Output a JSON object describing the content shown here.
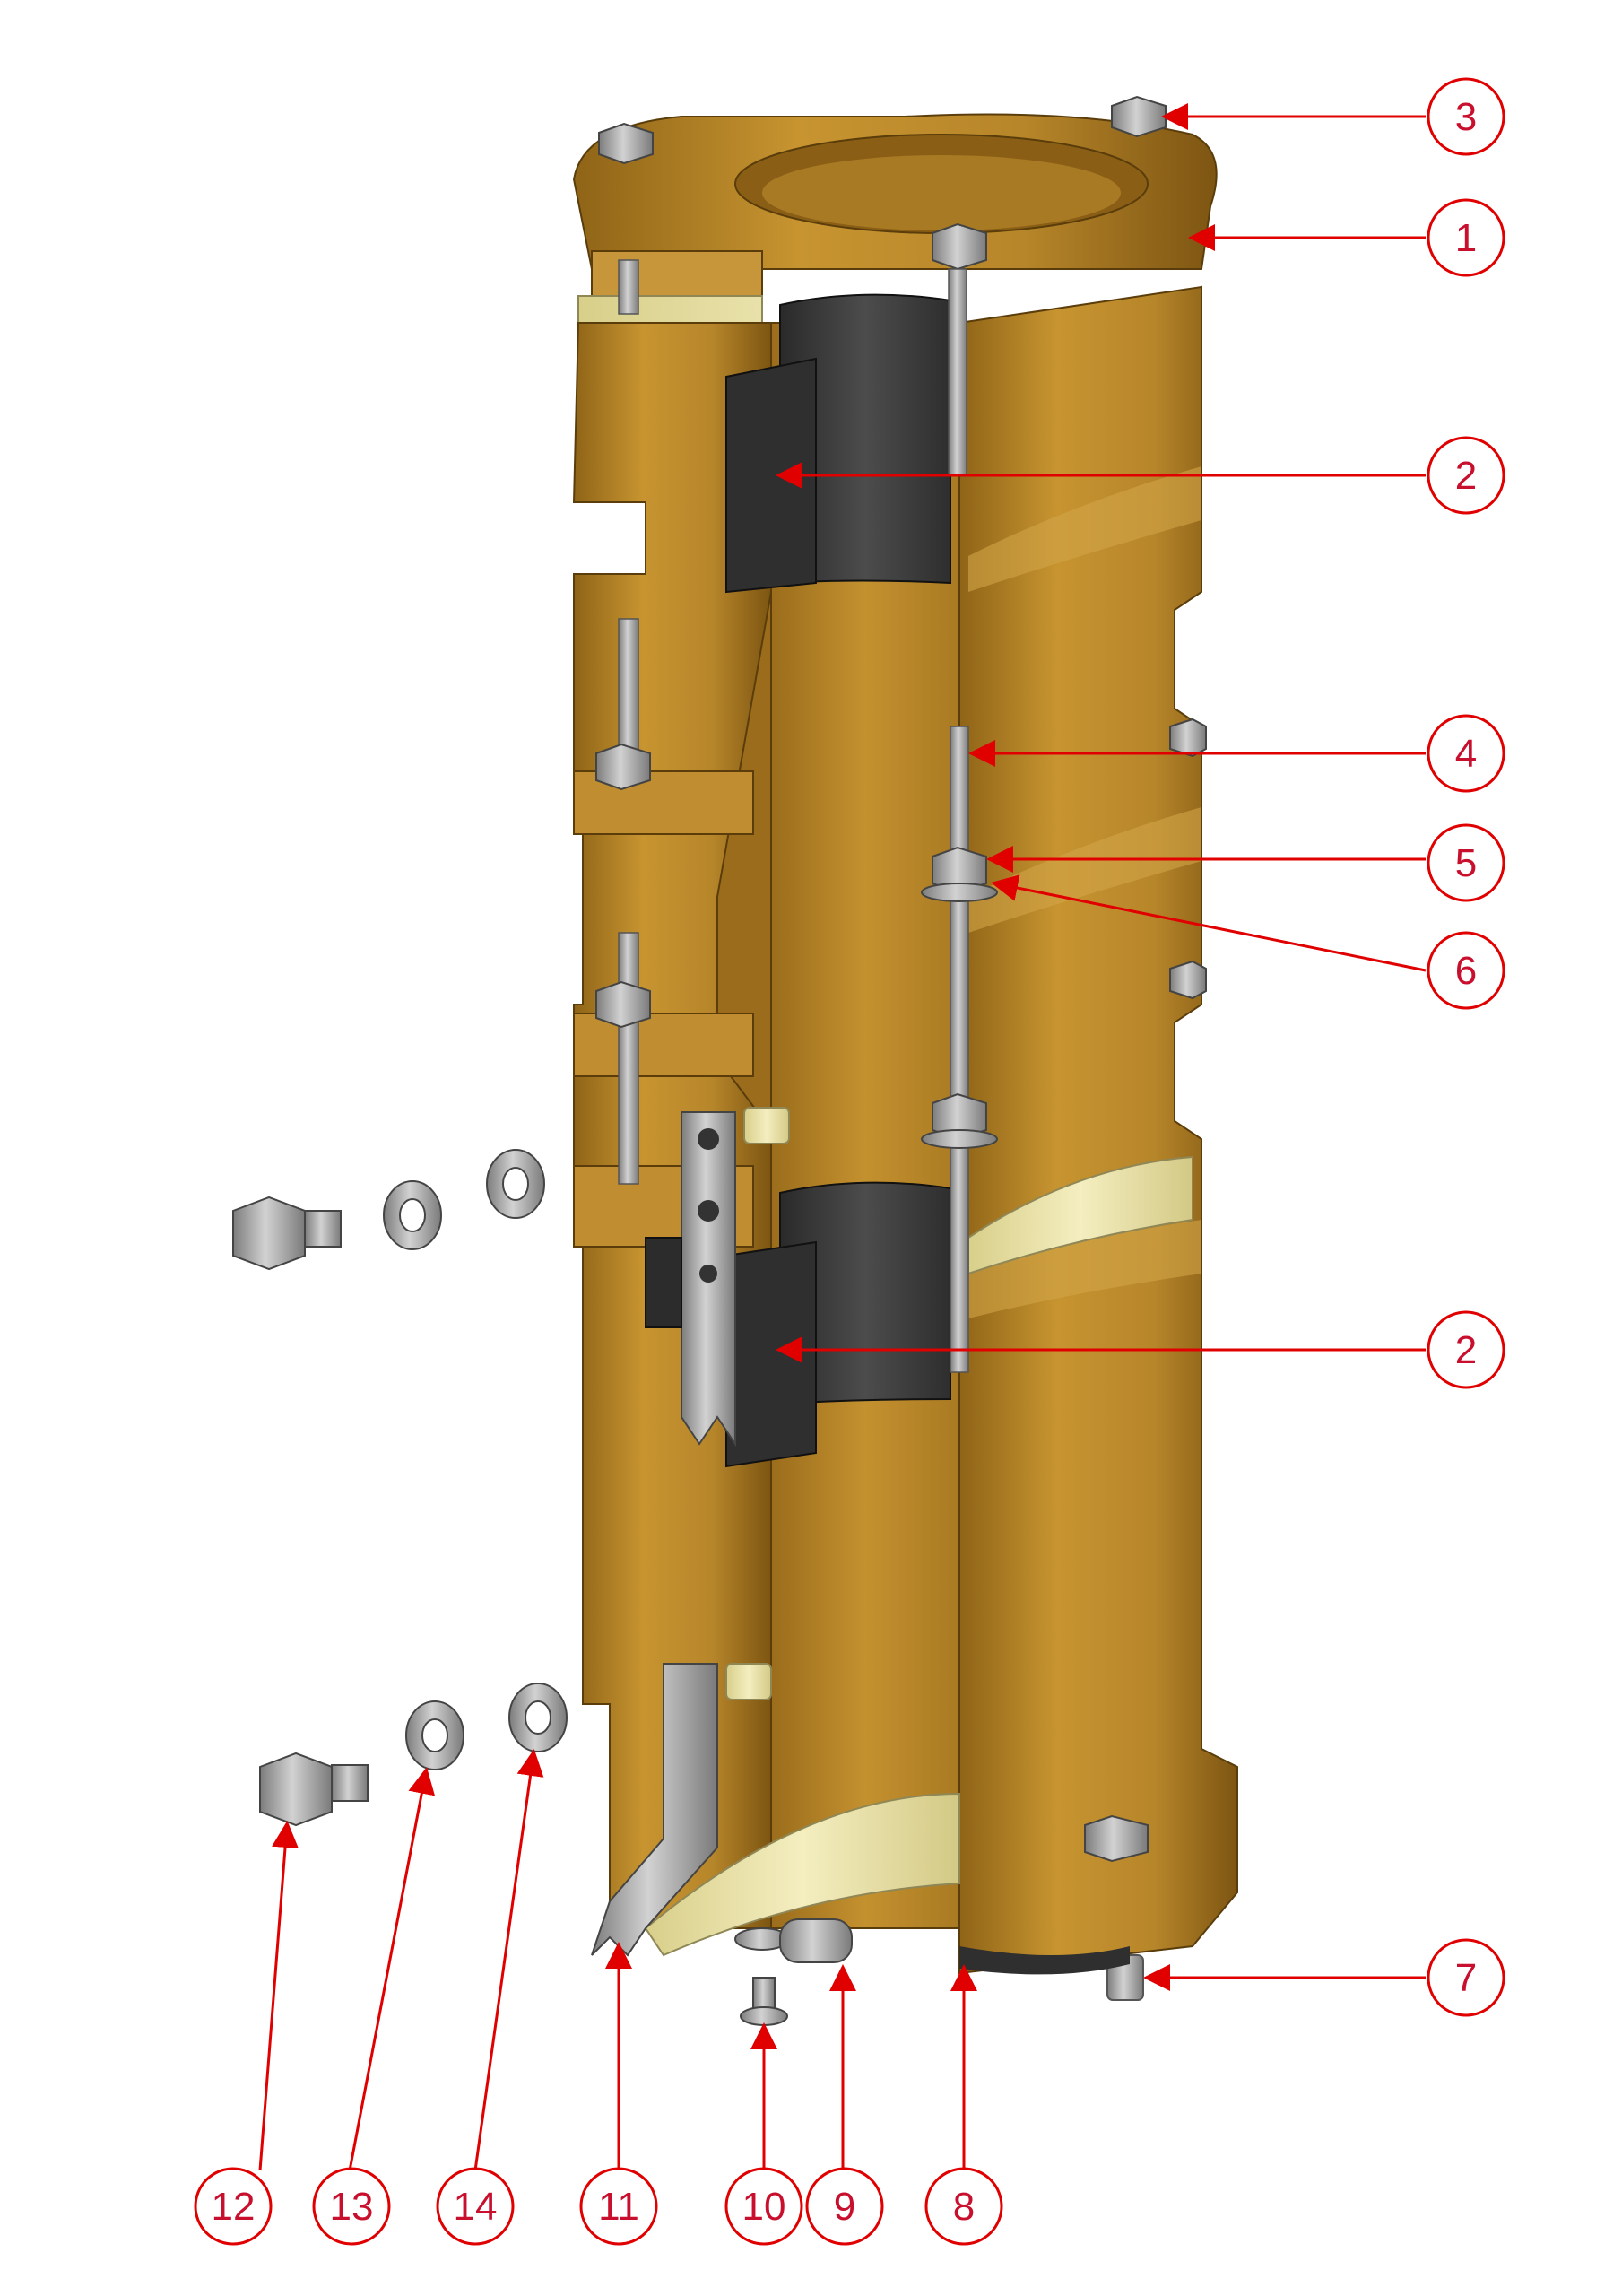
{
  "diagram": {
    "colors": {
      "bronze": "#b8862a",
      "bronze_dark": "#8a6118",
      "bronze_light": "#d6a84a",
      "rubber": "#333333",
      "rubber_light": "#4a4a4a",
      "steel": "#a9a9a9",
      "steel_dark": "#6e6e6e",
      "cream": "#eee6ad",
      "callout_red": "#e00000"
    },
    "callouts": [
      {
        "id": "c3",
        "label": "3",
        "part": "hex-bolt-top"
      },
      {
        "id": "c1",
        "label": "1",
        "part": "top-cap"
      },
      {
        "id": "c2a",
        "label": "2",
        "part": "rubber-liner-upper"
      },
      {
        "id": "c4",
        "label": "4",
        "part": "threaded-stud"
      },
      {
        "id": "c5",
        "label": "5",
        "part": "hex-nut"
      },
      {
        "id": "c6",
        "label": "6",
        "part": "washer"
      },
      {
        "id": "c2b",
        "label": "2",
        "part": "rubber-liner-lower"
      },
      {
        "id": "c7",
        "label": "7",
        "part": "bottom-stud"
      },
      {
        "id": "c12",
        "label": "12",
        "part": "ground-bolt"
      },
      {
        "id": "c13",
        "label": "13",
        "part": "spring-washer"
      },
      {
        "id": "c14",
        "label": "14",
        "part": "flat-washer"
      },
      {
        "id": "c11",
        "label": "11",
        "part": "ground-strap"
      },
      {
        "id": "c10",
        "label": "10",
        "part": "small-screw"
      },
      {
        "id": "c9",
        "label": "9",
        "part": "cable-lug"
      },
      {
        "id": "c8",
        "label": "8",
        "part": "bottom-seal-ring"
      }
    ]
  }
}
